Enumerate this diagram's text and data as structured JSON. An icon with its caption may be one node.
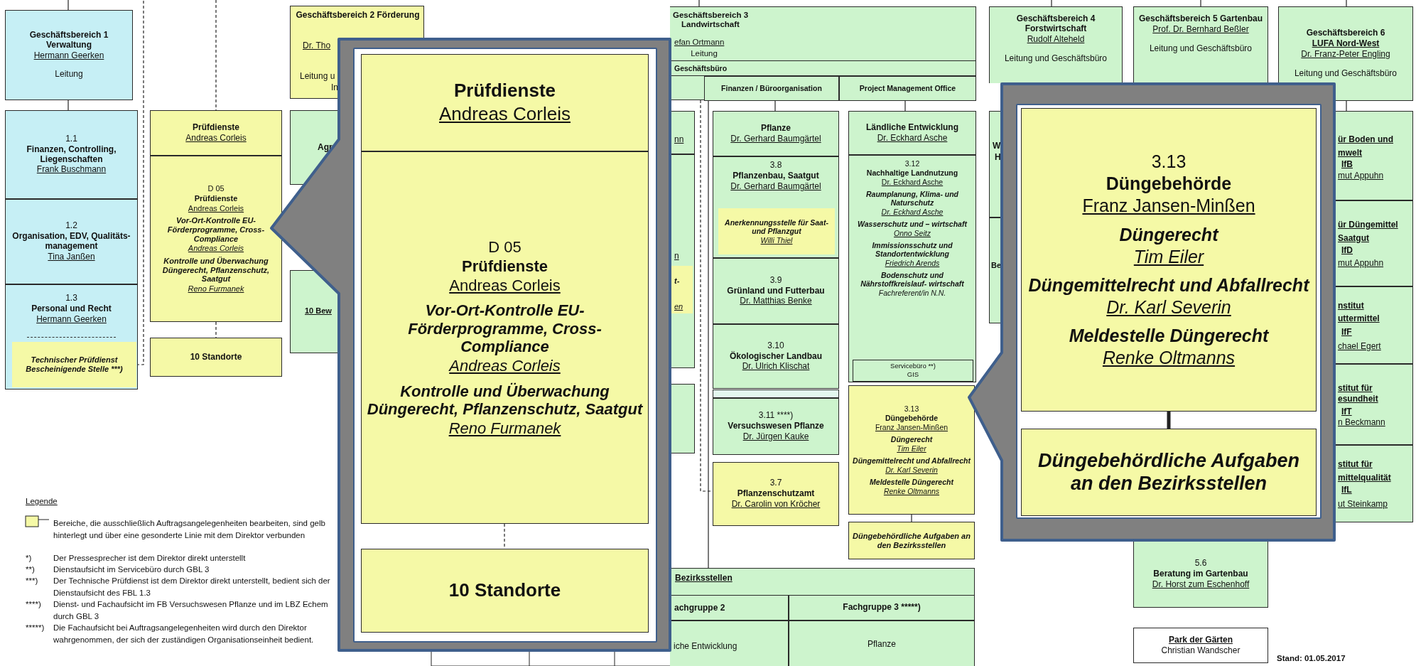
{
  "diagram": {
    "nodes": [
      {
        "text": [
          "Geschäftsbereich 1 Verwaltung",
          "Hermann Geerken",
          "Leitung"
        ]
      },
      {
        "text": [
          "1.1",
          "Finanzen, Controlling, Liegenschaften",
          "Frank Buschmann"
        ]
      },
      {
        "text": [
          "1.2",
          "Organisation, EDV, Qualitäts- management",
          "Tina Janßen"
        ]
      },
      {
        "text": [
          "1.3",
          "Personal und Recht",
          "Hermann Geerken"
        ]
      },
      {
        "text": [
          "Technischer Prüfdienst Bescheinigende Stelle ***)"
        ],
        "in": 3
      },
      {
        "text": [
          "Prüfdienste",
          "Andreas Corleis"
        ]
      },
      {
        "text": [
          "D 05",
          "Prüfdienste",
          "Andreas Corleis",
          "Vor-Ort-Kontrolle EU-Förderprogramme, Cross- Compliance",
          "Andreas Corleis",
          "Kontrolle und Überwachung Düngerecht, Pflanzenschutz, Saatgut",
          "Reno Furmanek"
        ]
      },
      {
        "text": [
          "10 Standorte"
        ]
      },
      {
        "text": [
          "Geschäftsbereich 2 Förderung",
          "Dr. Tho",
          "Leitung u",
          "In"
        ]
      },
      {
        "text": [
          "Agr"
        ]
      },
      {
        "text": [],
        "shape": "box"
      },
      {
        "text": [
          "10 Bew"
        ]
      },
      {
        "text": [
          "Geschäftsbereich 3 Landwirtschaft",
          "efan Ortmann",
          "Leitung"
        ]
      },
      {
        "text": [
          "Geschäftsbüro"
        ],
        "in": 12
      },
      {
        "text": [
          "Finanzen / Büroorganisation"
        ],
        "in": 12
      },
      {
        "text": [
          "Project Management Office"
        ],
        "in": 12
      },
      {
        "text": [
          "Pflanze",
          "Dr. Gerhard Baumgärtel"
        ]
      },
      {
        "text": [
          "3.8",
          "Pflanzenbau, Saatgut",
          "Dr. Gerhard Baumgärtel"
        ]
      },
      {
        "text": [
          "Anerkennungsstelle für Saat- und Pflanzgut",
          "Willi Thiel"
        ],
        "in": 17
      },
      {
        "text": [
          "3.9",
          "Grünland und Futterbau",
          "Dr. Matthias Benke"
        ]
      },
      {
        "text": [
          "3.10",
          "Ökologischer Landbau",
          "Dr. Ulrich Klischat"
        ]
      },
      {
        "text": [
          "3.11 ****)",
          "Versuchswesen Pflanze",
          "Dr. Jürgen Kauke"
        ]
      },
      {
        "text": [
          "3.7",
          "Pflanzenschutzamt",
          "Dr. Carolin von Kröcher"
        ]
      },
      {
        "text": [
          "Ländliche Entwicklung",
          "Dr. Eckhard Asche"
        ]
      },
      {
        "text": [
          "3.12",
          "Nachhaltige Landnutzung",
          "Dr. Eckhard Asche",
          "Raumplanung, Klima- und Naturschutz",
          "Dr. Eckhard Asche",
          "Wasserschutz und – wirtschaft",
          "Onno Seitz",
          "Immissionsschutz und Standortentwicklung",
          "Friedrich Arends",
          "Bodenschutz und Nährstoffkreislauf- wirtschaft",
          "Fachreferent/in N.N."
        ]
      },
      {
        "text": [
          "Servicebüro **)",
          "GIS"
        ],
        "in": 24
      },
      {
        "text": [
          "3.13",
          "Düngebehörde",
          "Franz Jansen-Minßen",
          "Düngerecht",
          "Tim Eiler",
          "Düngemittelrecht und Abfallrecht",
          "Dr. Karl Severin",
          "Meldestelle Düngerecht",
          "Renke Oltmanns"
        ]
      },
      {
        "text": [
          "Düngebehördliche Aufgaben an den Bezirksstellen"
        ]
      },
      {
        "text": [
          "Bezirksstellen"
        ]
      },
      {
        "text": [
          "achgruppe 2"
        ],
        "in": 28
      },
      {
        "text": [
          "Fachgruppe 3 *****)"
        ],
        "in": 28
      },
      {
        "text": [
          "iche Entwicklung"
        ],
        "in": 28
      },
      {
        "text": [
          "Pflanze"
        ],
        "in": 28
      },
      {
        "text": [
          "Geschäftsbereich 4 Forstwirtschaft",
          "Rudolf Alteheld",
          "Leitung und Geschäftsbüro"
        ]
      },
      {
        "text": [
          "Geschäftsbereich 5 Gartenbau",
          "Prof. Dr. Bernhard Beßler",
          "Leitung und Geschäftsbüro"
        ]
      },
      {
        "text": [
          "Geschäftsbereich 6",
          "LUFA Nord-West",
          "Dr. Franz-Peter Engling",
          "Leitung und Geschäftsbüro"
        ]
      },
      {
        "text": [
          "W",
          "H"
        ]
      },
      {
        "text": [
          "Be"
        ]
      },
      {
        "text": [
          "ür Boden und",
          "mwelt",
          "IfB",
          "mut Appuhn"
        ]
      },
      {
        "text": [
          "ür Düngemittel",
          "Saatgut",
          "IfD",
          "mut Appuhn"
        ]
      },
      {
        "text": [
          "nstitut",
          "uttermittel",
          "IfF",
          "chael Egert"
        ]
      },
      {
        "text": [
          "stitut für",
          "esundheit",
          "IfT",
          "n Beckmann"
        ]
      },
      {
        "text": [
          "stitut für",
          "mittelqualität",
          "IfL",
          "ut Steinkamp"
        ]
      },
      {
        "text": [
          "5.6",
          "Beratung im Gartenbau",
          "Dr. Horst zum Eschenhoff"
        ]
      },
      {
        "text": [
          "Park der Gärten",
          "Christian Wandscher"
        ]
      },
      {
        "text": [
          "Prüfdienste",
          "Andreas Corleis"
        ]
      },
      {
        "text": [
          "D 05",
          "Prüfdienste",
          "Andreas Corleis",
          "Vor-Ort-Kontrolle EU-Förderprogramme, Cross- Compliance",
          "Andreas Corleis",
          "Kontrolle und Überwachung Düngerecht, Pflanzenschutz, Saatgut",
          "Reno Furmanek"
        ]
      },
      {
        "text": [
          "10 Standorte"
        ]
      },
      {
        "text": [
          "3.13",
          "Düngebehörde",
          "Franz Jansen-Minßen",
          "Düngerecht",
          "Tim Eiler",
          "Düngemittelrecht und Abfallrecht",
          "Dr. Karl Severin",
          "Meldestelle Düngerecht",
          "Renke Oltmanns"
        ]
      },
      {
        "text": [
          "Düngebehördliche Aufgaben an den Bezirksstellen"
        ]
      },
      {
        "text": [
          "nn"
        ]
      },
      {
        "text": [
          "n"
        ]
      },
      {
        "text": [
          "t-",
          "en"
        ],
        "in": 51
      },
      {
        "text": [],
        "shape": "box"
      }
    ],
    "edges": [
      {
        "from": null,
        "to": 0,
        "arrow": "none"
      },
      {
        "from": 0,
        "to": 1,
        "arrow": "none"
      },
      {
        "from": null,
        "to": 4,
        "arrow": "none",
        "style": "dashed"
      },
      {
        "from": null,
        "to": 5,
        "arrow": "none",
        "style": "dashed"
      },
      {
        "from": 6,
        "to": 7,
        "arrow": "none",
        "style": "dashed"
      },
      {
        "from": null,
        "to": 12,
        "arrow": "none"
      },
      {
        "from": 12,
        "to": 16,
        "arrow": "none"
      },
      {
        "from": 12,
        "to": 23,
        "arrow": "none"
      },
      {
        "from": 12,
        "to": 28,
        "arrow": "none"
      },
      {
        "from": 12,
        "to": 22,
        "arrow": "none",
        "style": "dashed"
      },
      {
        "from": 26,
        "to": 27,
        "arrow": "none"
      },
      {
        "from": null,
        "to": 33,
        "arrow": "none"
      },
      {
        "from": null,
        "to": 34,
        "arrow": "none"
      },
      {
        "from": null,
        "to": 35,
        "arrow": "none"
      },
      {
        "from": 35,
        "to": 38,
        "arrow": "none"
      },
      {
        "from": 46,
        "to": 47,
        "arrow": "none",
        "style": "dashed"
      },
      {
        "from": 48,
        "to": 49,
        "arrow": "none",
        "style": "thick"
      }
    ],
    "labels": [
      "Legende",
      "*)",
      "Der Pressesprecher ist dem Direktor direkt unterstellt",
      "**)",
      "Dienstaufsicht im Servicebüro durch GBL 3",
      "***)",
      "Der Technische Prüfdienst ist dem Direktor direkt unterstellt, bedient sich der Dienstaufsicht des FBL 1.3",
      "****)",
      "Dienst- und Fachaufsicht im FB Versuchswesen Pflanze und im LBZ Echem durch GBL 3",
      "*****)",
      "Die Fachaufsicht bei Auftragsangelegenheiten wird durch den Direktor wahrgenommen, der sich der zuständigen Organisationseinheit bedient.",
      "Stand: 01.05.2017"
    ],
    "legend": [
      {
        "text": "Bereiche, die ausschließlich Auftragsangelegenheiten bearbeiten, sind gelb hinterlegt und über eine gesonderte Linie mit dem Direktor verbunden",
        "color": "#f5f9a6"
      }
    ]
  }
}
